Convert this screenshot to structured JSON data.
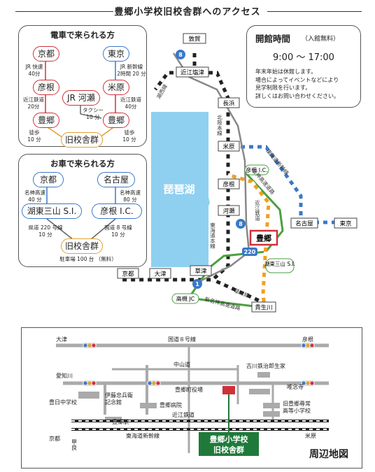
{
  "title": "豊郷小学校旧校舎群へのアクセス",
  "train": {
    "title": "電車で来られる方",
    "kyoto": "京都",
    "tokyo": "東京",
    "hikone": "彦根",
    "maibara": "米原",
    "jr_kawase": "JR 河瀬",
    "toyosato1": "豊郷",
    "toyosato2": "豊郷",
    "dest": "旧校舎群",
    "jr_rapid": "JR 快速",
    "jr_rapid_time": "40分",
    "shinkansen": "JR 新幹線",
    "shinkansen_time": "2時間 20 分",
    "omi_l": "近江鉄道",
    "omi_l_time": "20分",
    "omi_r": "近江鉄道",
    "omi_r_time": "40分",
    "taxi": "タクシー",
    "taxi_time": "10 分",
    "walk_l": "徒歩",
    "walk_l_time": "10 分",
    "walk_r": "徒歩",
    "walk_r_time": "10 分"
  },
  "car": {
    "title": "お車で来られる方",
    "kyoto": "京都",
    "nagoya": "名古屋",
    "meishin_l": "名神高速",
    "meishin_l_time": "40 分",
    "meishin_r": "名神高速",
    "meishin_r_time": "80 分",
    "kotomikami": "湖東三山 S.I.",
    "hikone_ic": "彦根 I.C.",
    "pref220": "県道 220 号線",
    "pref220_time": "10 分",
    "nat8": "国道 8 号線",
    "nat8_time": "10 分",
    "dest": "旧校舎群",
    "parking": "駐車場 100 台 （無料）"
  },
  "hours": {
    "title": "開館時間",
    "note": "（入館無料）",
    "time": "9:00 ～ 17:00",
    "lines": [
      "年末年始は休館します。",
      "場合によってイベントなどにより",
      "見学制限を行います。",
      "詳しくはお問い合わせください。"
    ]
  },
  "wide_map": {
    "lake": "琵琶湖",
    "stations": {
      "tsuruga": "敦賀",
      "omishiotsu": "近江塩津",
      "nagahama": "長浜",
      "maibara": "米原",
      "hikone": "彦根",
      "kawase": "河瀬",
      "kusatsu": "草津",
      "otsu": "大津",
      "kyoto": "京都",
      "nagoya": "名古屋",
      "tokyo": "東京",
      "kibukawa": "貴生川"
    },
    "place_toyosato": "豊郷",
    "ic_hikone": "彦根 I.C.",
    "kotomikami": "湖東三山 S.I.",
    "takatsuki_jc": "高槻 JC",
    "lines": {
      "kosei": "湖西線",
      "hokuriku": "北陸本線",
      "tokaido_main": "東海道本線",
      "omi_railway": "近江鉄道",
      "tokaido_shinkansen": "東海道新幹線",
      "meishin": "名神高速道路",
      "kusatsu_line": "草津線",
      "shin_meishin": "新名神高速道路"
    },
    "route8": "8",
    "route1": "1",
    "route220": "220"
  },
  "local_map": {
    "title": "周辺地図",
    "otsu": "大津",
    "hikone": "彦根",
    "kyoto": "京都",
    "maibara": "米原",
    "nat8": "国道８号線",
    "aichigawa": "愛知川",
    "nakasendo": "中山道",
    "furukawa": "古川鉄治郎生家",
    "yuikyoji": "唯念寺",
    "toyosato_office": "豊郷町役場",
    "ito_kinenkan_1": "伊藤忠兵衛",
    "ito_kinenkan_2": "記念館",
    "toyohi_jhs": "豊日中学校",
    "hospital": "豊郷病院",
    "old_school_1": "旧豊郷尋常",
    "old_school_2": "高等小学校",
    "omi_railway": "近江鉄道",
    "toyosato_station": "豊郷駅",
    "shinkansen": "東海道新幹線",
    "kora": "甲良",
    "school_label_1": "豊郷小学校",
    "school_label_2": "旧校舎群"
  },
  "colors": {
    "red": "#d0303a",
    "blue": "#3a78c8",
    "gold": "#e0a030",
    "green": "#4aa040",
    "lake": "#8fd0f0",
    "orange_rail": "#f0a020",
    "dark_green": "#1f7a3a"
  }
}
